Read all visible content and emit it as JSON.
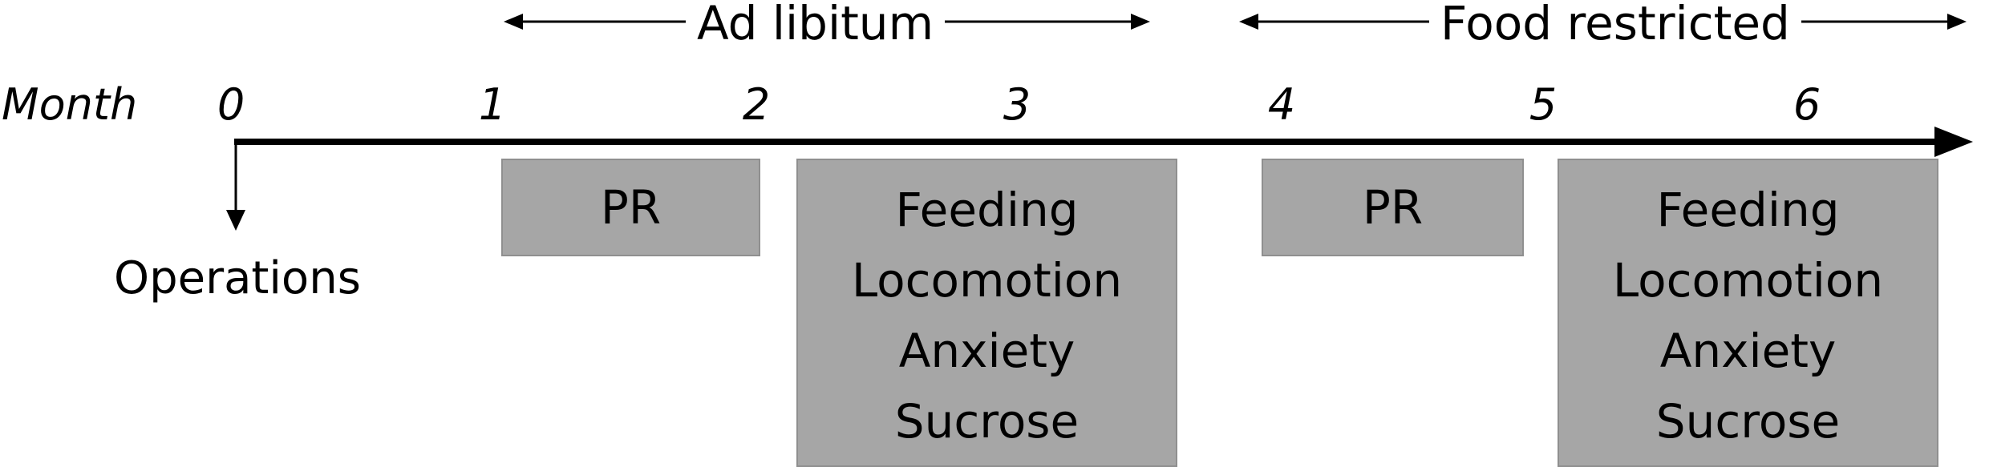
{
  "phases": {
    "ad_libitum": "Ad libitum",
    "food_restricted": "Food restricted"
  },
  "axis": {
    "label": "Month",
    "ticks": [
      "0",
      "1",
      "2",
      "3",
      "4",
      "5",
      "6"
    ]
  },
  "operations_label": "Operations",
  "boxes": {
    "pr1": [
      "PR"
    ],
    "tests1": [
      "Feeding",
      "Locomotion",
      "Anxiety",
      "Sucrose"
    ],
    "pr2": [
      "PR"
    ],
    "tests2": [
      "Feeding",
      "Locomotion",
      "Anxiety",
      "Sucrose"
    ]
  },
  "colors": {
    "box_fill": "#a6a6a6",
    "line": "#000000"
  }
}
